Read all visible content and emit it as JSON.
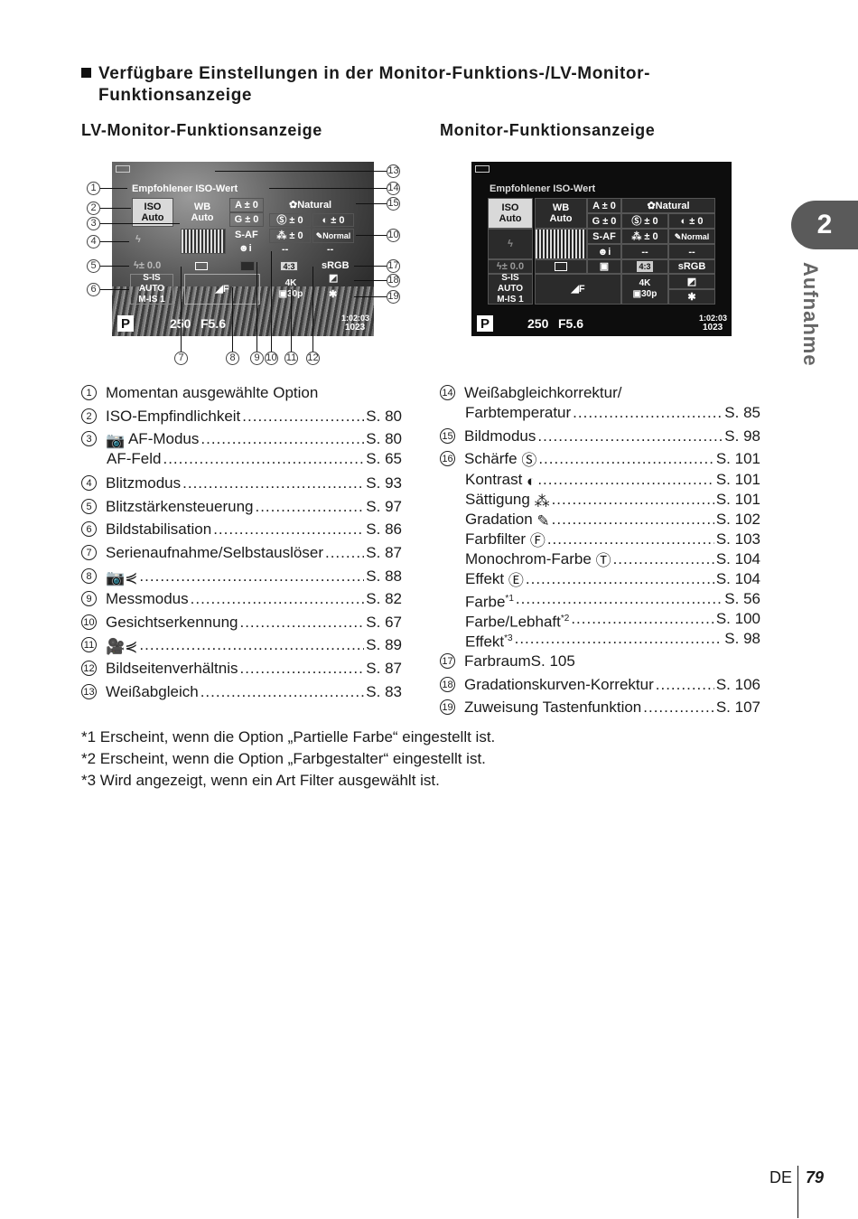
{
  "heading": {
    "line1": "Verfügbare Einstellungen in der Monitor-Funktions-/LV-Monitor-",
    "line2": "Funktionsanzeige"
  },
  "lv_title": "LV-Monitor-Funktionsanzeige",
  "mon_title": "Monitor-Funktionsanzeige",
  "screen": {
    "iso_rec": "Empfohlener ISO-Wert",
    "iso": "ISO",
    "auto": "Auto",
    "wb": "WB",
    "a_corr": "A ± 0",
    "g_corr": "G ± 0",
    "picture_mode": "Natural",
    "sharp": "± 0",
    "contrast": "± 0",
    "sat": "± 0",
    "grad": "Normal",
    "saf": "S-AF",
    "face": "☻i",
    "dash": "--",
    "flash_comp": "± 0.0",
    "aspect": "4:3",
    "color_space": "sRGB",
    "sis": "S-IS AUTO",
    "mis": "M-IS",
    "mis_num": "1",
    "quality": "F",
    "video_res": "4K",
    "video_fps": "30p",
    "mode": "P",
    "shutter_lv": "250",
    "shutter_mon": "250",
    "aperture": "F5.6",
    "time": "1:02:03",
    "shots": "1023"
  },
  "callouts": {
    "left": [
      "1",
      "2",
      "3",
      "4",
      "5",
      "6"
    ],
    "right": [
      "13",
      "14",
      "15",
      "10",
      "17",
      "18",
      "19"
    ],
    "bottom": [
      "7",
      "8",
      "9",
      "10",
      "11",
      "12"
    ]
  },
  "left_items": [
    {
      "n": "1",
      "label": "Momentan ausgewählte Option",
      "page": ""
    },
    {
      "n": "2",
      "label": "ISO-Empfindlichkeit",
      "page": "S. 80"
    },
    {
      "n": "3",
      "label": "AF-Modus",
      "page": "S. 80"
    },
    {
      "n": "",
      "label": "AF-Feld",
      "page": "S. 65"
    },
    {
      "n": "4",
      "label": "Blitzmodus",
      "page": "S. 93"
    },
    {
      "n": "5",
      "label": "Blitzstärkensteuerung",
      "page": "S. 97"
    },
    {
      "n": "6",
      "label": "Bildstabilisation",
      "page": "S. 86"
    },
    {
      "n": "7",
      "label": "Serienaufnahme/Selbstauslöser",
      "page": "S. 87"
    },
    {
      "n": "8",
      "label": "",
      "page": "S. 88"
    },
    {
      "n": "9",
      "label": "Messmodus",
      "page": "S. 82"
    },
    {
      "n": "10",
      "label": "Gesichtserkennung",
      "page": "S. 67"
    },
    {
      "n": "11",
      "label": "",
      "page": "S. 89"
    },
    {
      "n": "12",
      "label": "Bildseitenverhältnis",
      "page": "S. 87"
    },
    {
      "n": "13",
      "label": "Weißabgleich",
      "page": "S. 83"
    }
  ],
  "right_items": [
    {
      "n": "14",
      "label": "Weißabgleichkorrektur/",
      "page": ""
    },
    {
      "n": "",
      "label": "Farbtemperatur",
      "page": "S. 85"
    },
    {
      "n": "15",
      "label": "Bildmodus",
      "page": "S. 98"
    },
    {
      "n": "16",
      "label": "Schärfe",
      "page": "S. 101"
    },
    {
      "n": "",
      "label": "Kontrast",
      "page": "S. 101"
    },
    {
      "n": "",
      "label": "Sättigung",
      "page": "S. 101"
    },
    {
      "n": "",
      "label": "Gradation",
      "page": "S. 102"
    },
    {
      "n": "",
      "label": "Farbfilter",
      "page": "S. 103"
    },
    {
      "n": "",
      "label": "Monochrom-Farbe",
      "page": "S. 104"
    },
    {
      "n": "",
      "label": "Effekt",
      "page": "S. 104"
    },
    {
      "n": "",
      "label": "Farbe",
      "sup": "*1",
      "page": "S. 56"
    },
    {
      "n": "",
      "label": "Farbe/Lebhaft",
      "sup": "*2",
      "page": "S. 100"
    },
    {
      "n": "",
      "label": "Effekt",
      "sup": "*3",
      "page": "S. 98"
    },
    {
      "n": "17",
      "label": "FarbraumS. 105",
      "page": ""
    },
    {
      "n": "18",
      "label": "Gradationskurven-Korrektur",
      "page": "S. 106"
    },
    {
      "n": "19",
      "label": "Zuweisung Tastenfunktion",
      "page": "S. 107"
    }
  ],
  "footnotes": [
    "*1  Erscheint, wenn die Option „Partielle Farbe“ eingestellt ist.",
    "*2  Erscheint, wenn die Option „Farbgestalter“ eingestellt ist.",
    "*3  Wird angezeigt, wenn ein Art Filter ausgewählt ist."
  ],
  "chapter_tab": "2",
  "chapter_title": "Aufnahme",
  "lang": "DE",
  "page_number": "79"
}
